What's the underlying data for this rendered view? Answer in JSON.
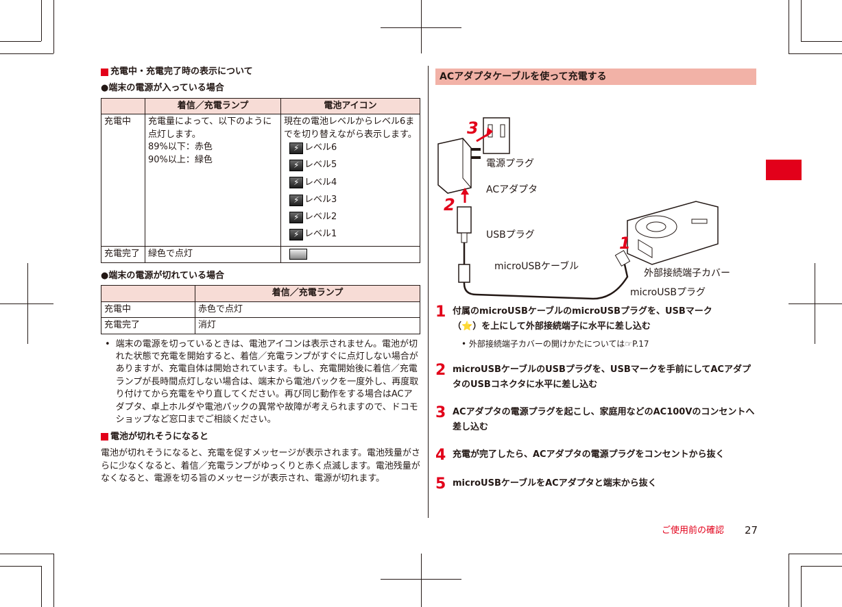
{
  "left": {
    "section1_title": "充電中・充電完了時の表示について",
    "bullet_on": "●端末の電源が入っている場合",
    "table1": {
      "headers": [
        "",
        "着信／充電ランプ",
        "電池アイコン"
      ],
      "row1_label": "充電中",
      "row1_lamp": "充電量によって、以下のように点灯します。",
      "row1_lamp_l1": "89%以下：赤色",
      "row1_lamp_l2": "90%以上：緑色",
      "row1_icon": "現在の電池レベルからレベル6までを切り替えながら表示します。",
      "levels": [
        "レベル6",
        "レベル5",
        "レベル4",
        "レベル3",
        "レベル2",
        "レベル1"
      ],
      "row2_label": "充電完了",
      "row2_lamp": "緑色で点灯"
    },
    "bullet_off": "●端末の電源が切れている場合",
    "table2": {
      "headers": [
        "",
        "着信／充電ランプ"
      ],
      "rows": [
        {
          "label": "充電中",
          "value": "赤色で点灯"
        },
        {
          "label": "充電完了",
          "value": "消灯"
        }
      ]
    },
    "note": "端末の電源を切っているときは、電池アイコンは表示されません。電池が切れた状態で充電を開始すると、着信／充電ランプがすぐに点灯しない場合がありますが、充電自体は開始されています。もし、充電開始後に着信／充電ランプが長時間点灯しない場合は、端末から電池パックを一度外し、再度取り付けてから充電をやり直してください。再び同じ動作をする場合はACアダプタ、卓上ホルダや電池パックの異常や故障が考えられますので、ドコモショップなど窓口までご相談ください。",
    "section2_title": "電池が切れそうになると",
    "section2_body": "電池が切れそうになると、充電を促すメッセージが表示されます。電池残量がさらに少なくなると、着信／充電ランプがゆっくりと赤く点滅します。電池残量がなくなると、電源を切る旨のメッセージが表示され、電源が切れます。"
  },
  "right": {
    "bar_title": "ACアダプタケーブルを使って充電する",
    "illus": {
      "power_plug": "電源プラグ",
      "ac_adapter": "ACアダプタ",
      "usb_plug": "USBプラグ",
      "micro_cable": "microUSBケーブル",
      "ext_cover": "外部接続端子カバー",
      "micro_plug": "microUSBプラグ",
      "n1": "1",
      "n2": "2",
      "n3": "3"
    },
    "steps": [
      {
        "num": "1",
        "text": "付属のmicroUSBケーブルのmicroUSBプラグを、USBマーク（⭐）を上にして外部接続端子に水平に差し込む"
      },
      {
        "num": "2",
        "text": "microUSBケーブルのUSBプラグを、USBマークを手前にしてACアダプタのUSBコネクタに水平に差し込む"
      },
      {
        "num": "3",
        "text": "ACアダプタの電源プラグを起こし、家庭用などのAC100Vのコンセントへ差し込む"
      },
      {
        "num": "4",
        "text": "充電が完了したら、ACアダプタの電源プラグをコンセントから抜く"
      },
      {
        "num": "5",
        "text": "microUSBケーブルをACアダプタと端末から抜く"
      }
    ],
    "step1_pre": "付属のmicroUSBケーブルのmicroUSBプラグを、USBマーク",
    "step1_post": "（",
    "step1_end": "）を上にして外部接続端子に水平に差し込む",
    "step1_sub": "外部接続端子カバーの開けかたについては",
    "step1_ref": "P.17"
  },
  "footer": {
    "section": "ご使用前の確認",
    "page": "27"
  }
}
